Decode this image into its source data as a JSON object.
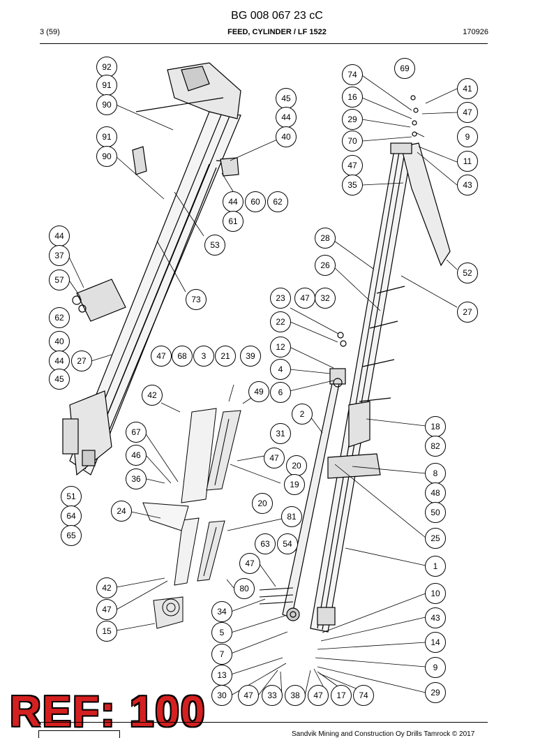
{
  "header": {
    "doc_number": "BG 008 067 23 cC",
    "page": "3 (59)",
    "title": "FEED, CYLINDER / LF 1522",
    "date_code": "170926"
  },
  "stamp": "REF: 100",
  "footer": {
    "copyright": "Sandvik Mining and Construction Oy Drills Tamrock © 2017"
  },
  "callouts": {
    "c1": "92",
    "c2": "91",
    "c3": "90",
    "c4": "91",
    "c5": "90",
    "c6": "45",
    "c7": "44",
    "c8": "40",
    "c9": "44",
    "c10": "60",
    "c11": "62",
    "c12": "61",
    "c13": "53",
    "c14": "73",
    "c15": "44",
    "c16": "37",
    "c17": "57",
    "c18": "62",
    "c19": "40",
    "c20": "44",
    "c21": "27",
    "c22": "45",
    "c23": "74",
    "c24": "16",
    "c25": "29",
    "c26": "70",
    "c27": "47",
    "c28": "35",
    "c29": "69",
    "c30": "41",
    "c31": "47",
    "c32": "9",
    "c33": "11",
    "c34": "43",
    "c35": "28",
    "c36": "26",
    "c37": "52",
    "c38": "27",
    "c39": "23",
    "c40": "47",
    "c41": "32",
    "c42": "22",
    "c43": "12",
    "c44": "4",
    "c45": "6",
    "c46": "47",
    "c47": "68",
    "c48": "3",
    "c49": "21",
    "c50": "39",
    "c51": "49",
    "c52": "42",
    "c53": "2",
    "c54": "31",
    "c55": "67",
    "c56": "47",
    "c57": "46",
    "c58": "20",
    "c59": "36",
    "c60": "19",
    "c61": "51",
    "c62": "64",
    "c63": "65",
    "c64": "24",
    "c65": "20",
    "c66": "81",
    "c67": "63",
    "c68": "54",
    "c69": "47",
    "c70": "42",
    "c71": "80",
    "c72": "47",
    "c73": "34",
    "c74": "15",
    "c75": "5",
    "c76": "7",
    "c77": "13",
    "c78": "30",
    "c79": "47",
    "c80": "33",
    "c81": "38",
    "c82": "47",
    "c83": "17",
    "c84": "74",
    "c85": "18",
    "c86": "82",
    "c87": "8",
    "c88": "48",
    "c89": "50",
    "c90": "25",
    "c91": "1",
    "c92": "10",
    "c93": "43",
    "c94": "14",
    "c95": "9",
    "c96": "29"
  }
}
